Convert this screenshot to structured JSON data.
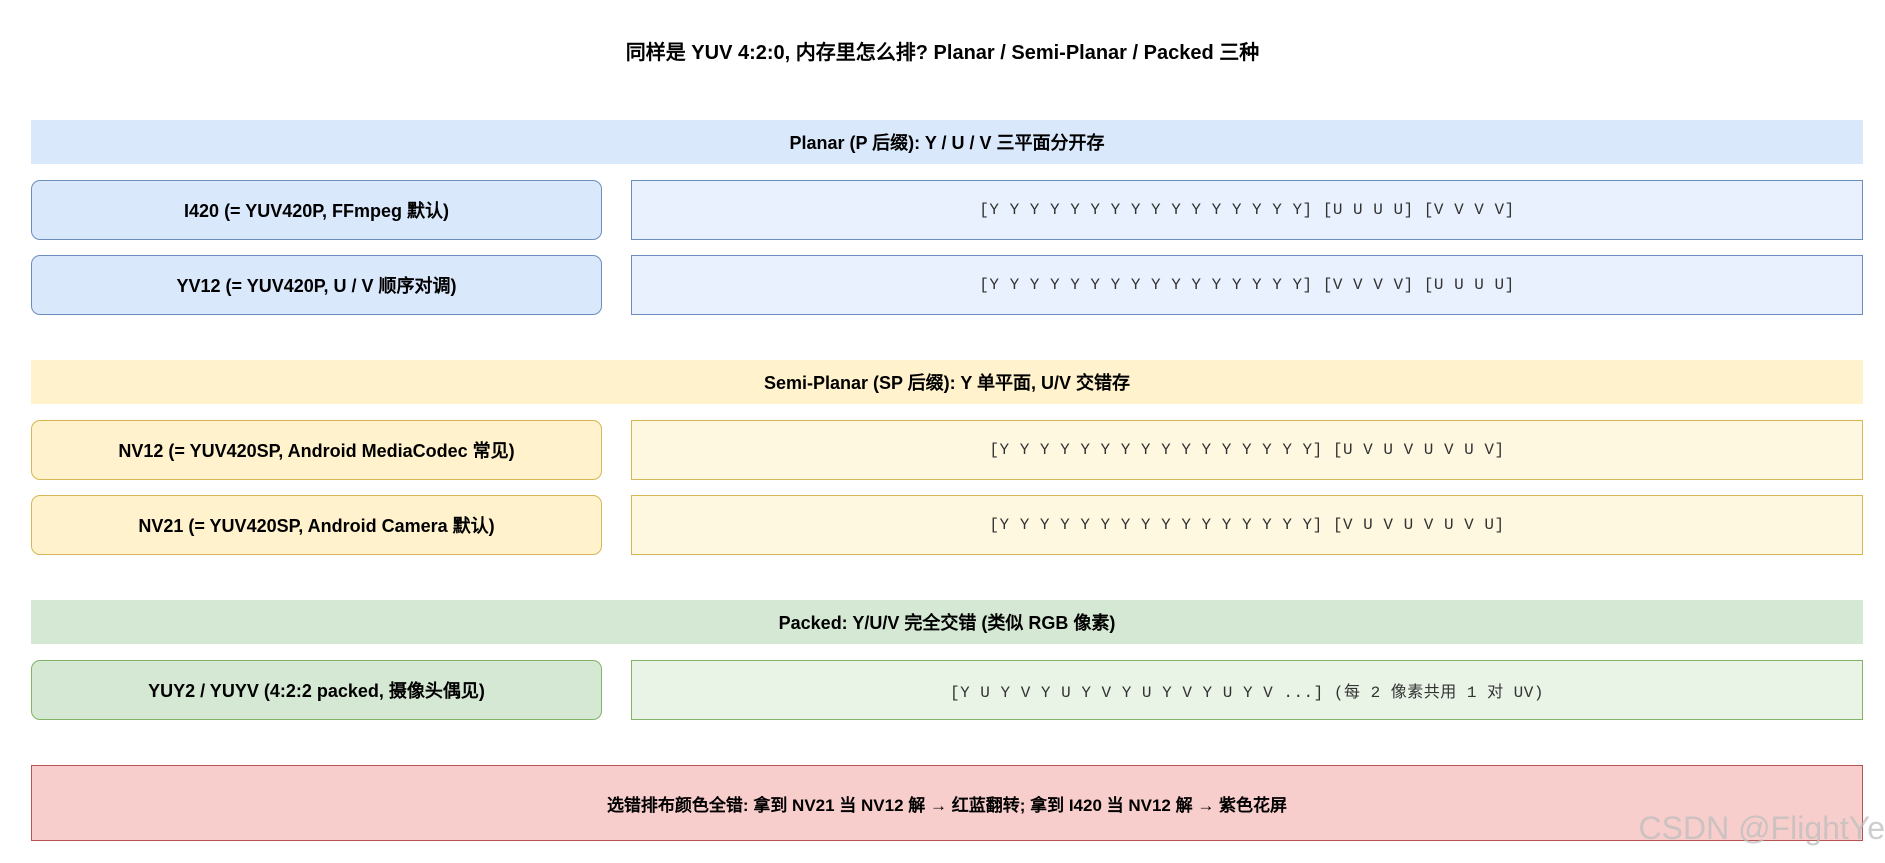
{
  "title": "同样是 YUV 4:2:0, 内存里怎么排? Planar / Semi-Planar / Packed 三种",
  "sections": [
    {
      "header": "Planar (P 后缀): Y / U / V 三平面分开存",
      "color": "#dae8fc",
      "rows": [
        {
          "label": "I420 (= YUV420P, FFmpeg 默认)",
          "layout": "[Y Y Y Y Y Y Y Y Y Y Y Y Y Y Y Y] [U U U U] [V V V V]"
        },
        {
          "label": "YV12 (= YUV420P, U / V 顺序对调)",
          "layout": "[Y Y Y Y Y Y Y Y Y Y Y Y Y Y Y Y] [V V V V] [U U U U]"
        }
      ]
    },
    {
      "header": "Semi-Planar (SP 后缀): Y 单平面, U/V 交错存",
      "color": "#fff2cc",
      "rows": [
        {
          "label": "NV12 (= YUV420SP, Android MediaCodec 常见)",
          "layout": "[Y Y Y Y Y Y Y Y Y Y Y Y Y Y Y Y] [U V U V U V U V]"
        },
        {
          "label": "NV21 (= YUV420SP, Android Camera 默认)",
          "layout": "[Y Y Y Y Y Y Y Y Y Y Y Y Y Y Y Y] [V U V U V U V U]"
        }
      ]
    },
    {
      "header": "Packed: Y/U/V 完全交错 (类似 RGB 像素)",
      "color": "#d5e8d4",
      "rows": [
        {
          "label": "YUY2 / YUYV (4:2:2 packed, 摄像头偶见)",
          "layout": "[Y U Y V Y U Y V Y U Y V Y U Y V ...] (每 2 像素共用 1 对 UV)"
        }
      ]
    }
  ],
  "warning": "选错排布颜色全错: 拿到 NV21 当 NV12 解 → 红蓝翻转; 拿到 I420 当 NV12 解 → 紫色花屏",
  "watermark": "CSDN @FlightYe"
}
